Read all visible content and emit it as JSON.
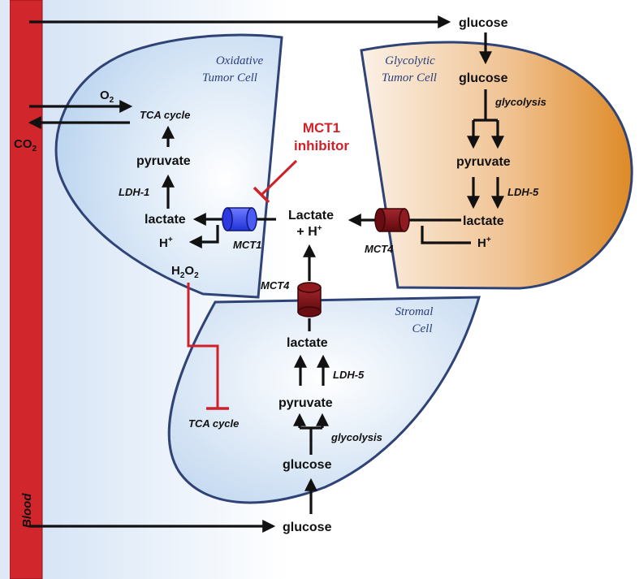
{
  "colors": {
    "blood": "#d1262b",
    "cell_border": "#2f4376",
    "oxidative_fill": "#cfe2f6",
    "glycolytic_fill": "#e08a2a",
    "mct1": "#3b4cf0",
    "mct4": "#7a0f14",
    "inhibitor": "#d0212a",
    "cell_name": "#2b3f7a"
  },
  "blood": {
    "label": "Blood"
  },
  "cells": {
    "oxidative": {
      "line1": "Oxidative",
      "line2": "Tumor Cell"
    },
    "glycolytic": {
      "line1": "Glycolytic",
      "line2": "Tumor Cell"
    },
    "stromal": {
      "line1": "Stromal",
      "line2": "Cell"
    }
  },
  "oxidative": {
    "o2": "O",
    "o2_sub": "2",
    "co2": "CO",
    "co2_sub": "2",
    "tca": "TCA cycle",
    "pyruvate": "pyruvate",
    "enzyme": "LDH-1",
    "lactate": "lactate",
    "proton": "H",
    "proton_sup": "+",
    "h2o2": "H",
    "h2o2_sub1": "2",
    "h2o2_mid": "O",
    "h2o2_sub2": "2"
  },
  "glycolytic": {
    "glucose_blood": "glucose",
    "glucose": "glucose",
    "process": "glycolysis",
    "pyruvate": "pyruvate",
    "enzyme": "LDH-5",
    "lactate": "lactate",
    "proton": "H",
    "proton_sup": "+"
  },
  "stromal": {
    "tca": "TCA cycle",
    "lactate": "lactate",
    "enzyme": "LDH-5",
    "pyruvate": "pyruvate",
    "process": "glycolysis",
    "glucose": "glucose",
    "glucose_blood": "glucose"
  },
  "transporters": {
    "mct1": "MCT1",
    "mct4_glycolytic": "MCT4",
    "mct4_stromal": "MCT4"
  },
  "center": {
    "lactate": "Lactate",
    "plus_h": "+ H",
    "plus_h_sup": "+"
  },
  "inhibitor": {
    "line1": "MCT1",
    "line2": "inhibitor"
  }
}
